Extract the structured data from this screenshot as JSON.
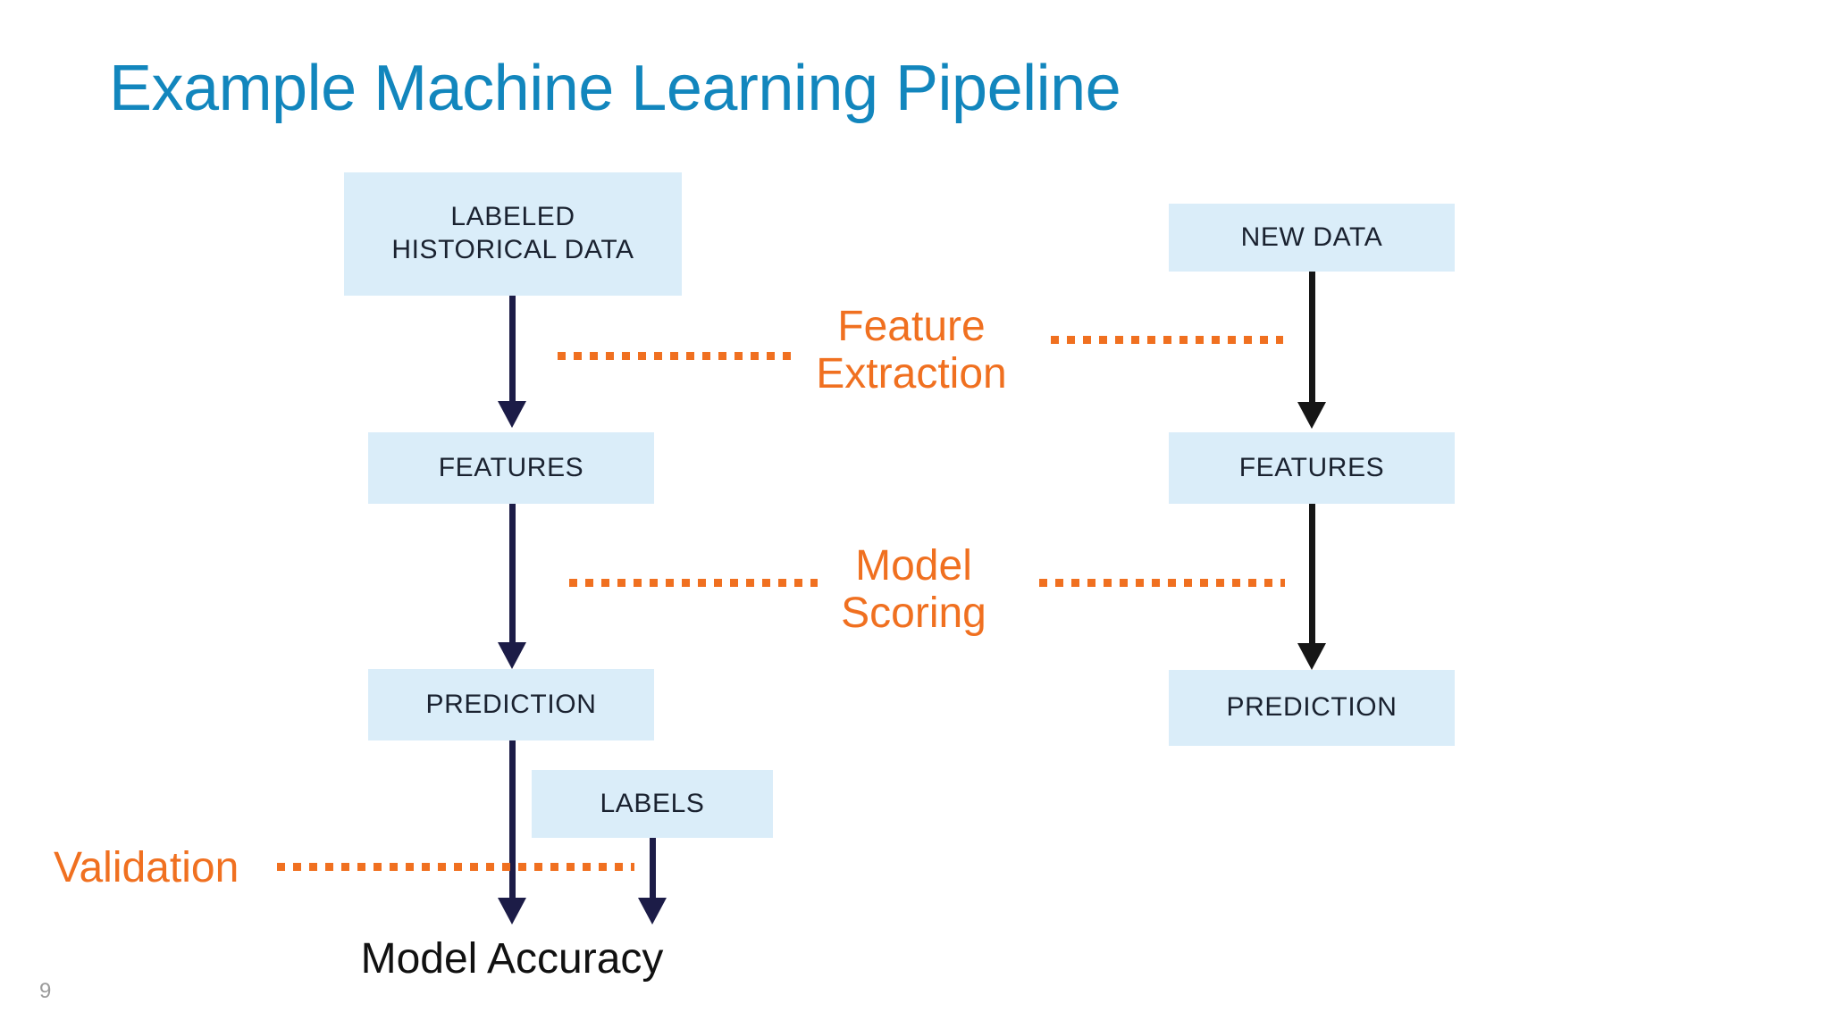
{
  "slide": {
    "title": "Example Machine Learning Pipeline",
    "number": "9",
    "background_color": "#ffffff",
    "title_color": "#1286bd",
    "box_fill_color": "#daedf9",
    "box_text_color": "#1a2230",
    "accent_orange": "#F07020",
    "arrow_navy": "#1c1c47",
    "arrow_black": "#161616"
  },
  "diagram": {
    "type": "flowchart",
    "left_branch": {
      "name": "training-branch",
      "nodes": [
        {
          "id": "labeled-historical-data",
          "label": "LABELED\nHISTORICAL DATA"
        },
        {
          "id": "features-left",
          "label": "FEATURES"
        },
        {
          "id": "prediction-left",
          "label": "PREDICTION"
        }
      ]
    },
    "right_branch": {
      "name": "scoring-branch",
      "nodes": [
        {
          "id": "new-data",
          "label": "NEW DATA"
        },
        {
          "id": "features-right",
          "label": "FEATURES"
        },
        {
          "id": "prediction-right",
          "label": "PREDICTION"
        }
      ]
    },
    "labels_node": {
      "id": "labels",
      "label": "LABELS"
    },
    "outcome": "Model Accuracy",
    "stages": [
      {
        "id": "feature-extraction",
        "label": "Feature\nExtraction"
      },
      {
        "id": "model-scoring",
        "label": "Model\nScoring"
      },
      {
        "id": "validation",
        "label": "Validation"
      }
    ]
  }
}
